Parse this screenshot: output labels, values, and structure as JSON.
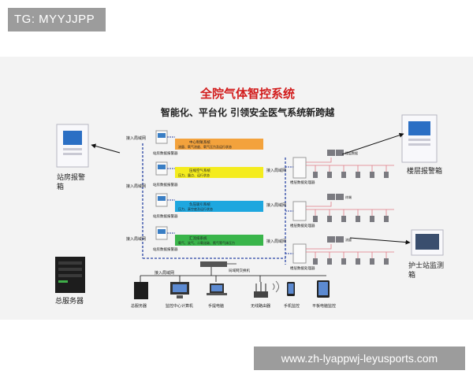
{
  "watermark_tag": "TG: MYYJJPP",
  "footer_url": "www.zh-lyappwj-leyusports.com",
  "colors": {
    "title_red": "#d21d1d",
    "bus_blue": "#2b45a6",
    "orange": "#f3a23c",
    "yellow": "#f4ec1e",
    "cyan": "#1ea7df",
    "green": "#39b54a"
  },
  "diagram": {
    "title": "全院气体智控系统",
    "subtitle": "智能化、平台化 引领安全医气系统新跨越",
    "left_device_label_1": "站房报警",
    "left_device_label_2": "箱",
    "server_label": "总服务器",
    "right_top_label": "楼层报警箱",
    "right_bottom_label_1": "护士站监测",
    "right_bottom_label_2": "箱",
    "access_label": "接入局域网",
    "bar_labels": [
      "中心制氧系统",
      "压缩空气系统",
      "负压吸引系统",
      "汇流排系统"
    ],
    "bar_sublabels": [
      "流量、氧气浓度、氧气压力及运行状态",
      "压力、露点、运行状态",
      "压力、真空度及运行状态",
      "氧气、笑气、二氧化碳、氮气等气体压力"
    ],
    "station_label": "站房数据报警器",
    "processor_label": "楼层数据处理器",
    "switch_label": "局域网交换机",
    "bottom_labels": [
      "总服务器",
      "监控中心计算机",
      "手提电脑",
      "无线路由器",
      "手机监控",
      "平板电脑监控"
    ],
    "node_labels": [
      "楼层数据",
      "终端",
      "流量"
    ]
  }
}
